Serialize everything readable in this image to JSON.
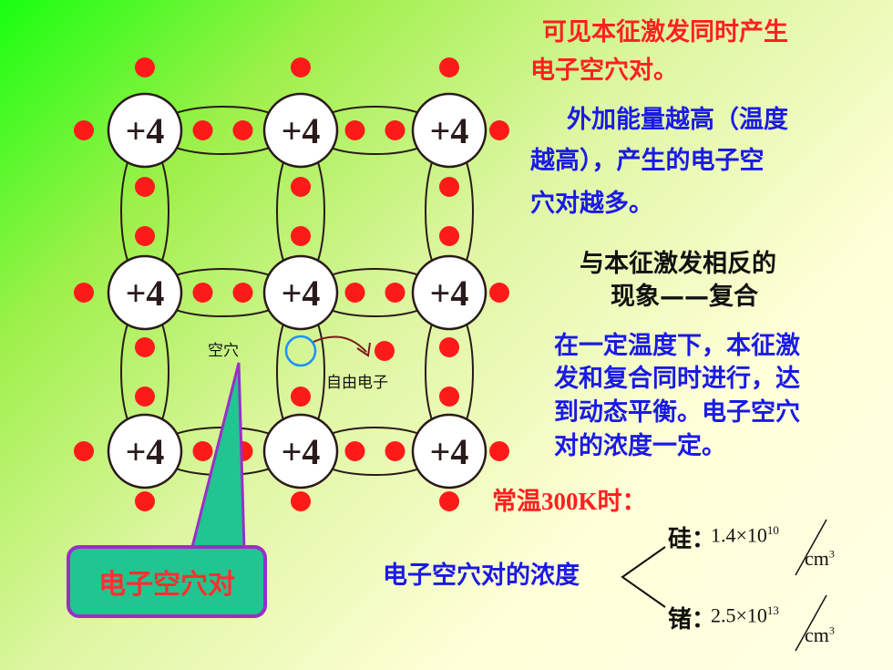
{
  "lattice": {
    "atom_label": "+4",
    "hole_label": "空穴",
    "free_electron_label": "自由电子",
    "colors": {
      "electron": "#ff1a1a",
      "hole": "#1e90ff",
      "bond": "#2a1a1a",
      "arrow": "#7a1a1a"
    }
  },
  "callout": {
    "label": "电子空穴对"
  },
  "text": {
    "p1_line1": "可见本征激发同时产生",
    "p1_line2": "电子空穴对。",
    "p2_line1": "外加能量越高（温度",
    "p2_line2": "越高），产生的电子空",
    "p2_line3": "穴对越多。",
    "p3_line1": "与本征激发相反的",
    "p3_line2": "现象——复合",
    "p4_line1": "在一定温度下，本征激",
    "p4_line2": "发和复合同时进行，达",
    "p4_line3": "到动态平衡。电子空穴",
    "p4_line4": "对的浓度一定。",
    "room_temp_prefix": "常温",
    "room_temp_value": "300K",
    "room_temp_suffix": "时：",
    "concentration_label": "电子空穴对的浓度"
  },
  "concentrations": [
    {
      "material": "硅：",
      "mantissa": "1.4×10",
      "exponent": "10",
      "unit": "cm",
      "unit_exp": "3"
    },
    {
      "material": "锗：",
      "mantissa": "2.5×10",
      "exponent": "13",
      "unit": "cm",
      "unit_exp": "3"
    }
  ]
}
